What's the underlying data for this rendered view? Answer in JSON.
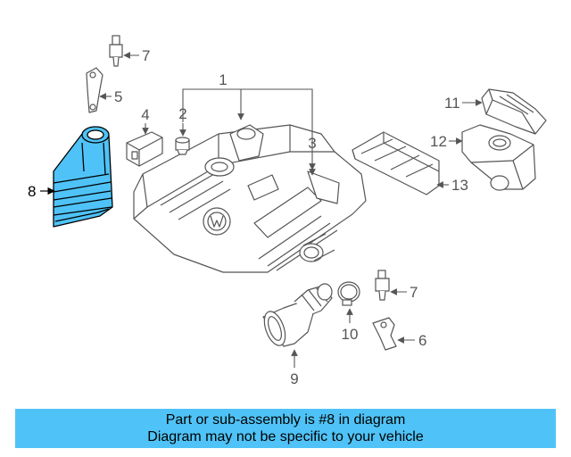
{
  "callouts": {
    "c1": "1",
    "c2": "2",
    "c3": "3",
    "c4": "4",
    "c5": "5",
    "c6": "6",
    "c7a": "7",
    "c7b": "7",
    "c8": "8",
    "c9": "9",
    "c10": "10",
    "c11": "11",
    "c12": "12",
    "c13": "13"
  },
  "highlighted_part": "8",
  "colors": {
    "highlight": "#4fc3f7",
    "line": "#555555",
    "banner": "#4fc3f7"
  },
  "banner": {
    "line1": "Part or sub-assembly is #8 in diagram",
    "line2": "Diagram may not be specific to your vehicle"
  }
}
